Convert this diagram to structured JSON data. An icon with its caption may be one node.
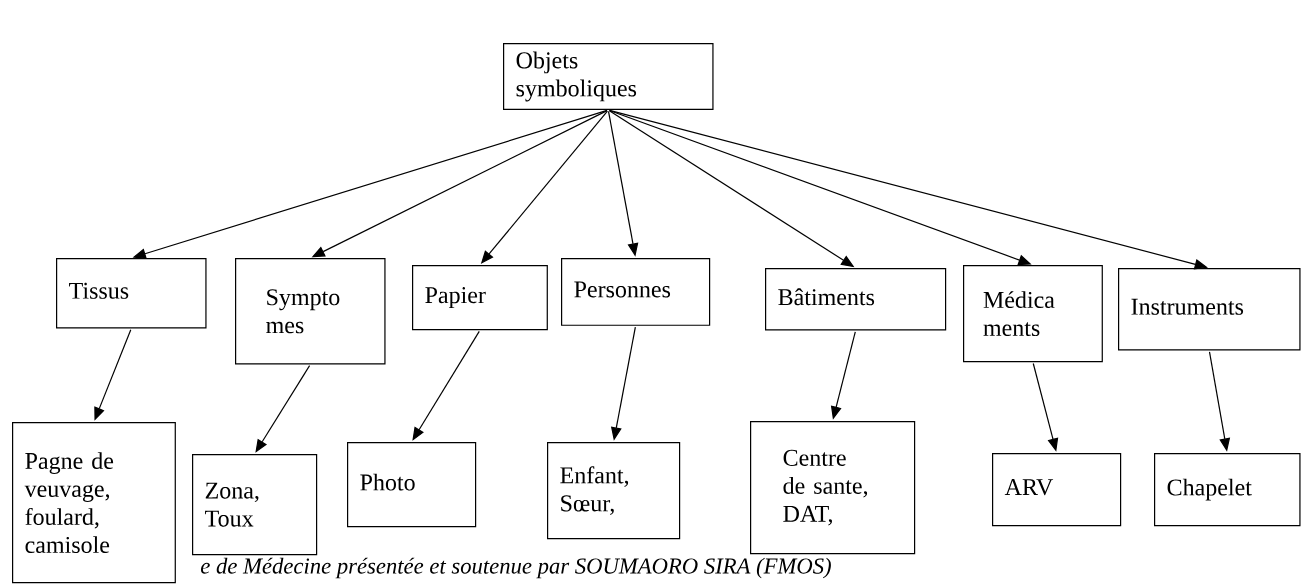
{
  "diagram": {
    "nodes": [
      {
        "text": [
          "Objets symboliques"
        ]
      },
      {
        "text": [
          "Tissus"
        ]
      },
      {
        "text": [
          "Sympto mes"
        ]
      },
      {
        "text": [
          "Papier"
        ]
      },
      {
        "text": [
          "Personnes"
        ]
      },
      {
        "text": [
          "Bâtiments"
        ]
      },
      {
        "text": [
          "Médica ments"
        ]
      },
      {
        "text": [
          "Instruments"
        ]
      },
      {
        "text": [
          "Pagne de veuvage, foulard, camisole"
        ]
      },
      {
        "text": [
          "Zona, Toux"
        ]
      },
      {
        "text": [
          "Photo"
        ]
      },
      {
        "text": [
          "Enfant, Sœur,"
        ]
      },
      {
        "text": [
          "Centre de sante, DAT,"
        ]
      },
      {
        "text": [
          "ARV"
        ]
      },
      {
        "text": [
          "Chapelet"
        ]
      }
    ],
    "edges": [
      {
        "from": 0,
        "to": 1,
        "arrow": "to"
      },
      {
        "from": 0,
        "to": 2,
        "arrow": "to"
      },
      {
        "from": 0,
        "to": 3,
        "arrow": "to"
      },
      {
        "from": 0,
        "to": 4,
        "arrow": "to"
      },
      {
        "from": 0,
        "to": 5,
        "arrow": "to"
      },
      {
        "from": 0,
        "to": 6,
        "arrow": "to"
      },
      {
        "from": 0,
        "to": 7,
        "arrow": "to"
      },
      {
        "from": 1,
        "to": 8,
        "arrow": "to"
      },
      {
        "from": 2,
        "to": 9,
        "arrow": "to"
      },
      {
        "from": 3,
        "to": 10,
        "arrow": "to"
      },
      {
        "from": 4,
        "to": 11,
        "arrow": "to"
      },
      {
        "from": 5,
        "to": 12,
        "arrow": "to"
      },
      {
        "from": 6,
        "to": 13,
        "arrow": "to"
      },
      {
        "from": 7,
        "to": 14,
        "arrow": "to"
      }
    ],
    "labels": [
      "e de Médecine présentée et soutenue par SOUMAORO SIRA (FMOS)"
    ]
  }
}
